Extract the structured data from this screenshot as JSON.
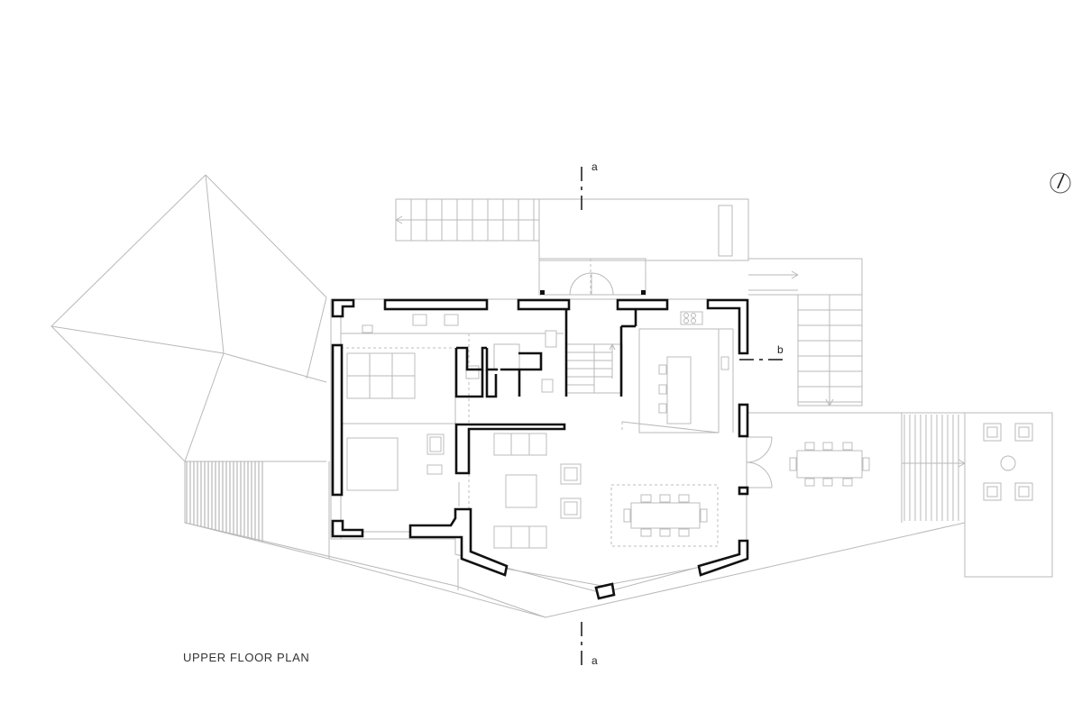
{
  "plan": {
    "title": "UPPER FLOOR PLAN",
    "section_a_label": "a",
    "section_b_label": "b"
  },
  "icons": {
    "north": "north-arrow-icon"
  }
}
